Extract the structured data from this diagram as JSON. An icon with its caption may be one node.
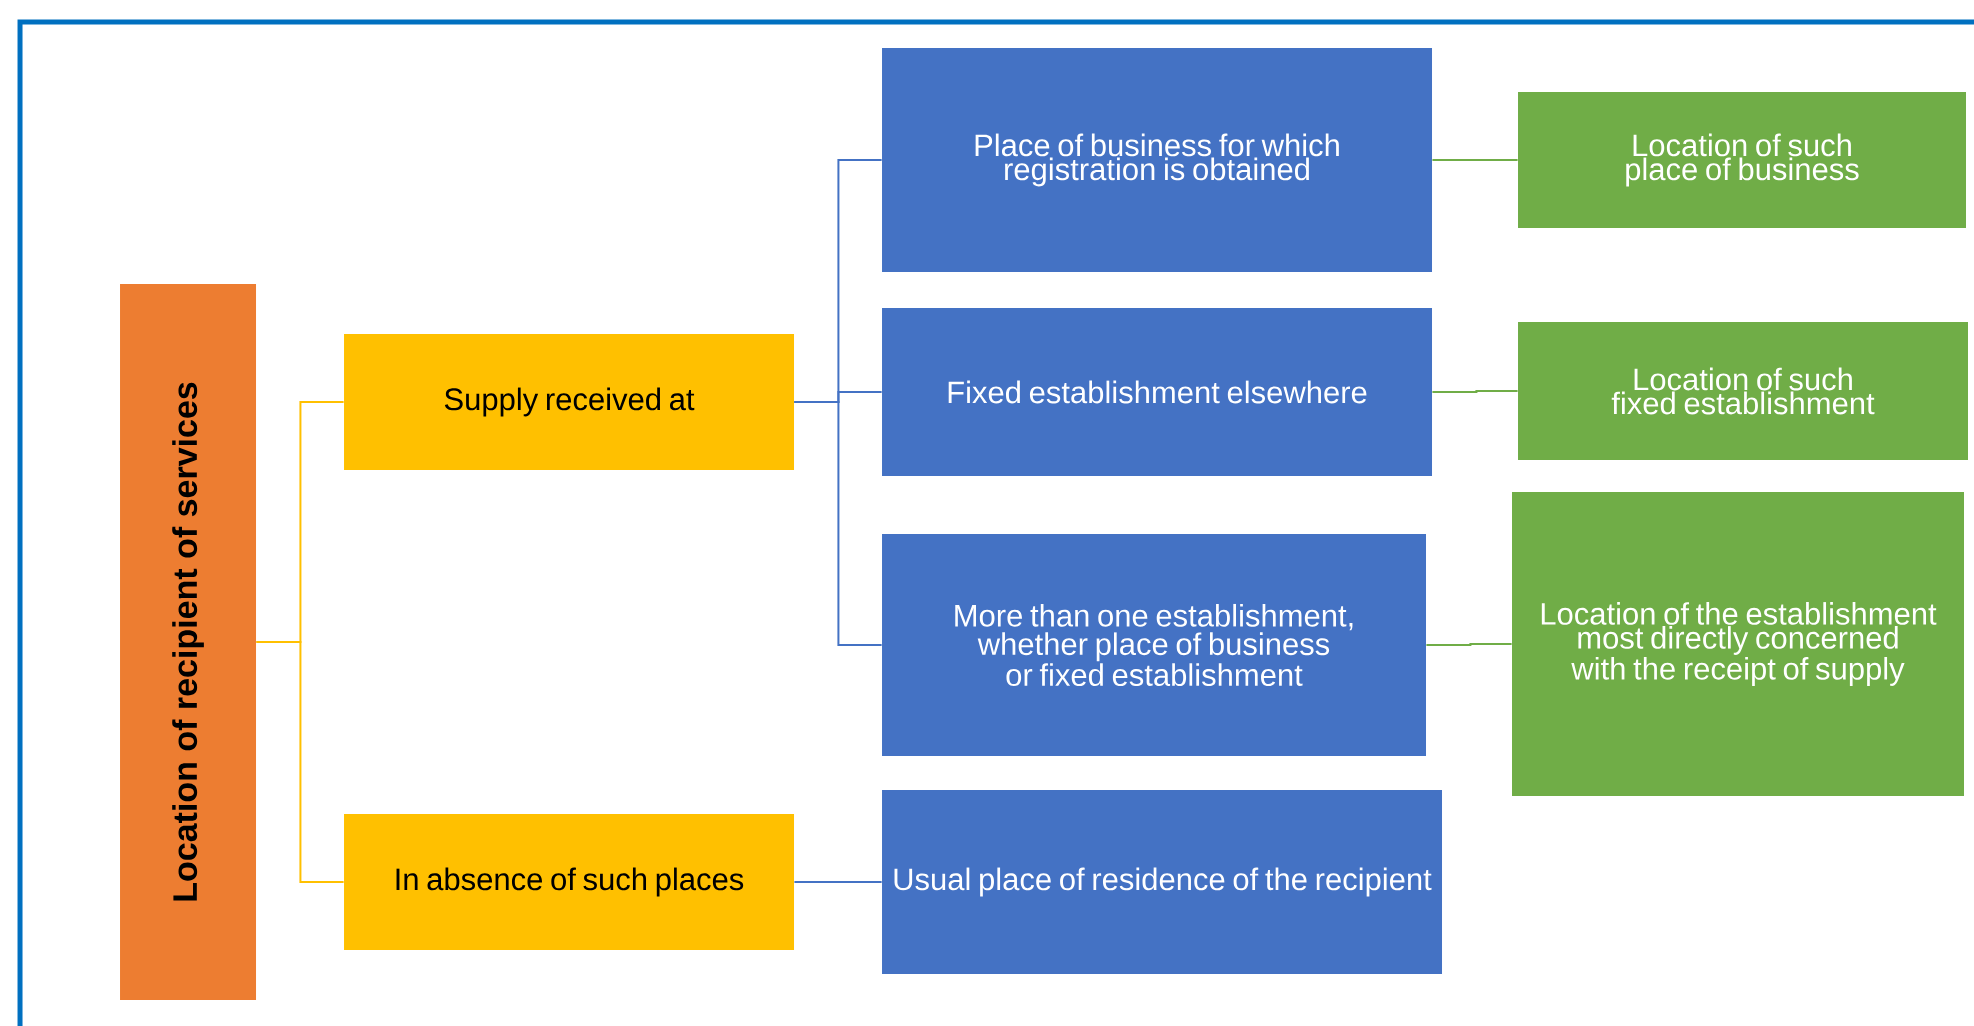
{
  "diagram": {
    "nodes": [
      {
        "text": [
          "Location of recipient of services"
        ]
      },
      {
        "text": [
          "Supply received at"
        ]
      },
      {
        "text": [
          "In absence of such places"
        ]
      },
      {
        "text": [
          "Place of business for which registration is obtained"
        ]
      },
      {
        "text": [
          "Fixed establishment elsewhere"
        ]
      },
      {
        "text": [
          "More than one establishment, whether place of business or fixed establishment"
        ]
      },
      {
        "text": [
          "Usual place of residence of the recipient"
        ]
      },
      {
        "text": [
          "Location of such place of business"
        ]
      },
      {
        "text": [
          "Location of such fixed establishment"
        ]
      },
      {
        "text": [
          "Location of the establishment most directly concerned with the receipt of supply"
        ]
      }
    ],
    "edges": [
      {
        "from": 0,
        "to": 1,
        "arrow": "none",
        "color": "#ffc000"
      },
      {
        "from": 0,
        "to": 2,
        "arrow": "none",
        "color": "#ffc000"
      },
      {
        "from": 1,
        "to": 3,
        "arrow": "none"
      },
      {
        "from": 1,
        "to": 4,
        "arrow": "none"
      },
      {
        "from": 1,
        "to": 5,
        "arrow": "none"
      },
      {
        "from": 2,
        "to": 6,
        "arrow": "none"
      },
      {
        "from": 3,
        "to": 7,
        "arrow": "none",
        "color": "#70ad47"
      },
      {
        "from": 4,
        "to": 8,
        "arrow": "none",
        "color": "#70ad47"
      },
      {
        "from": 5,
        "to": 9,
        "arrow": "none",
        "color": "#70ad47"
      }
    ]
  }
}
